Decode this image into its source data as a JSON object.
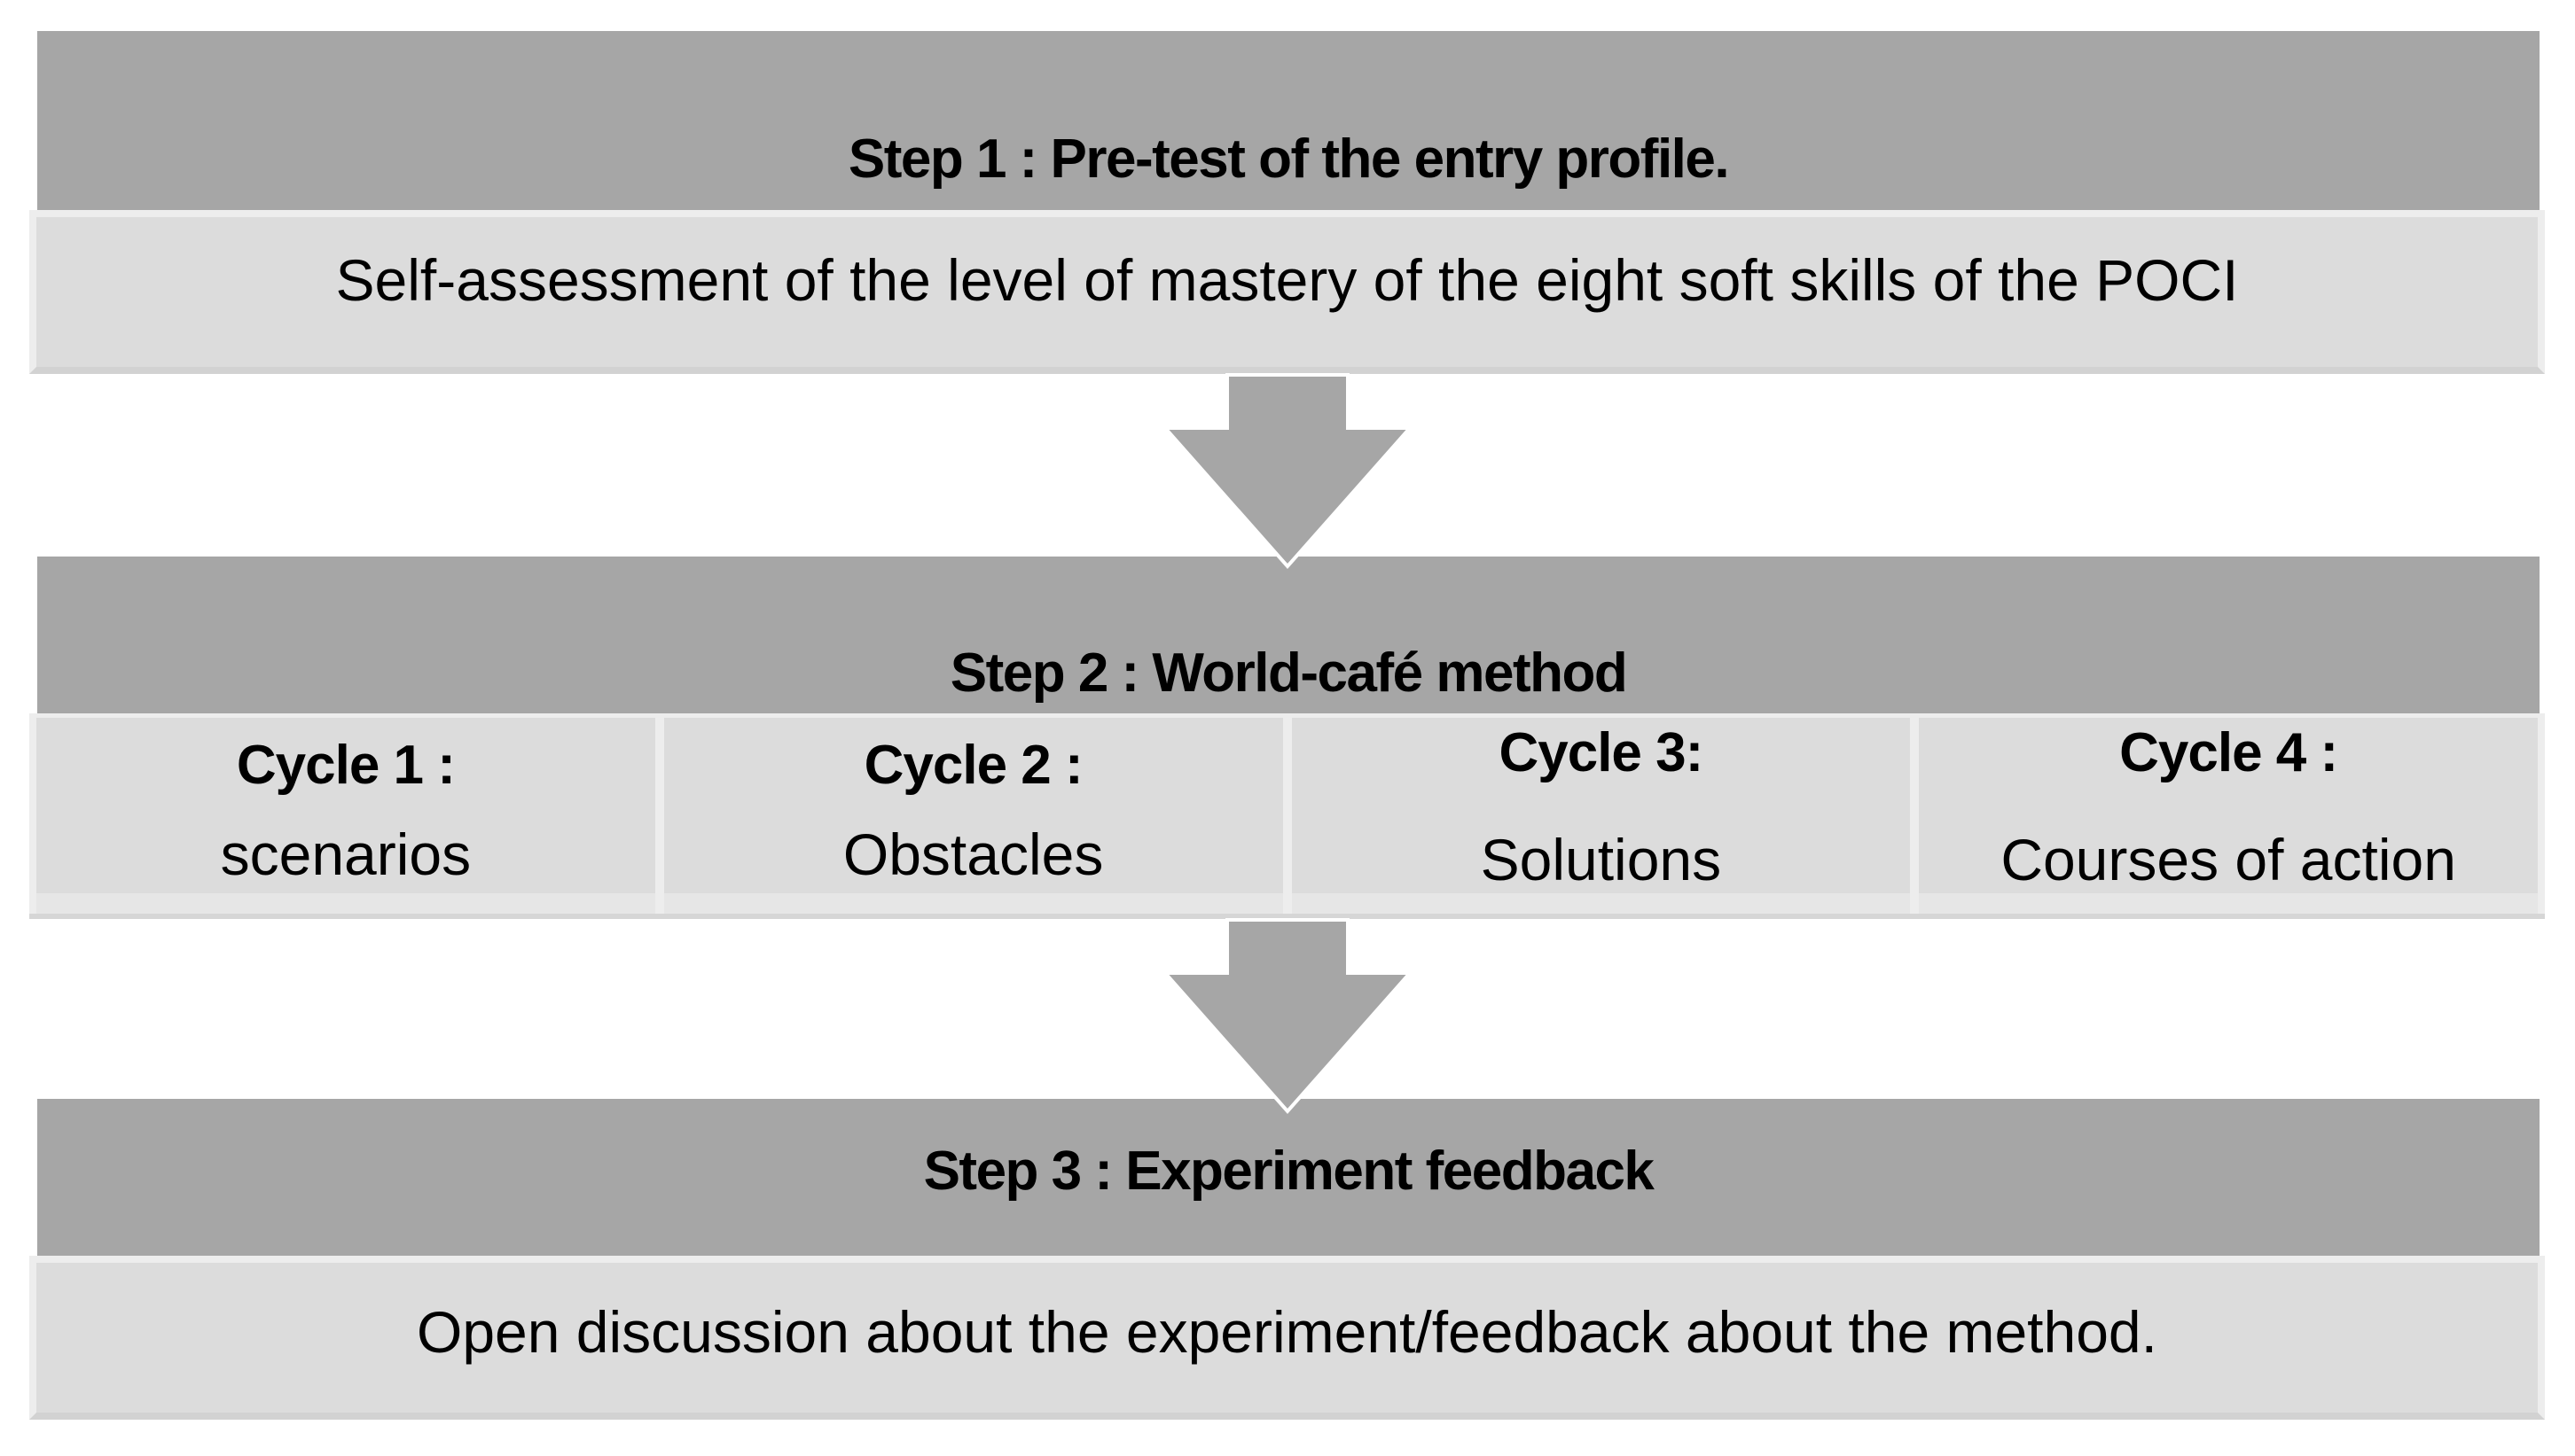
{
  "diagram": {
    "steps": [
      {
        "title": "Step 1 : Pre-test of the entry profile.",
        "body": "Self-assessment of the level of mastery of the eight soft skills of the POCI"
      },
      {
        "title": "Step 2 : World-café method",
        "cycles": [
          {
            "label": "Cycle 1 :",
            "sub": "scenarios"
          },
          {
            "label": "Cycle 2 :",
            "sub": "Obstacles"
          },
          {
            "label": "Cycle 3:",
            "sub": "Solutions"
          },
          {
            "label": "Cycle 4 :",
            "sub": "Courses of action"
          }
        ]
      },
      {
        "title": "Step 3 : Experiment feedback",
        "body": "Open discussion about the experiment/feedback about the method."
      }
    ],
    "arrows": [
      {
        "name": "down-arrow-1"
      },
      {
        "name": "down-arrow-2"
      }
    ],
    "colors": {
      "header_fill": "#a6a6a6",
      "body_fill": "#dcdcdc",
      "body_border": "#ededed",
      "body_bottom_edge": "#d2d2d2",
      "strip_fill": "#e6e6e6",
      "arrow_fill": "#a6a6a6",
      "arrow_outline": "#ffffff",
      "background": "#ffffff",
      "text": "#000000"
    }
  }
}
